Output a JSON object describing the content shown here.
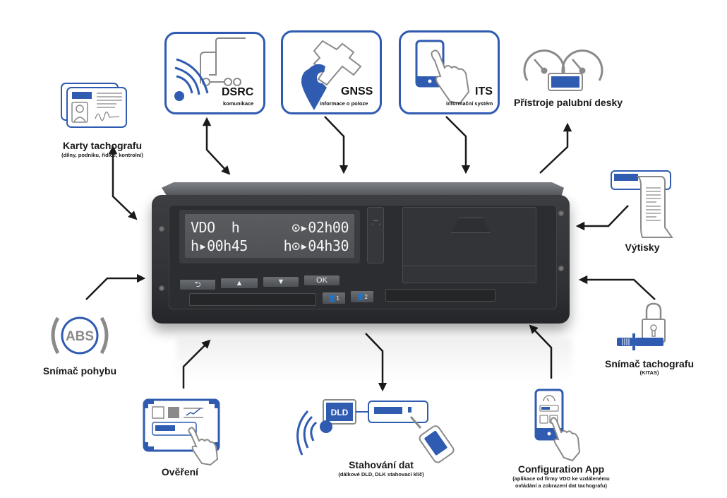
{
  "diagram": {
    "type": "tachograph-connectivity-overview",
    "colors": {
      "accent_blue": "#2f5bb1",
      "icon_gray": "#8a8a8a",
      "arrow": "#1a1a1a",
      "device_body": "#2f3134",
      "lcd_bg": "#55575b"
    },
    "nodes": {
      "cards": {
        "title": "Karty tachografu",
        "subtitle": "(dílny, podniku, řidiče, kontrolní)",
        "icon": "id-card-icon"
      },
      "dsrc": {
        "title": "DSRC",
        "subtitle": "komunikace",
        "icon": "truck-signal-icon"
      },
      "gnss": {
        "title": "GNSS",
        "subtitle": "informace o poloze",
        "icon": "satellite-pin-icon"
      },
      "its": {
        "title": "ITS",
        "subtitle": "informační systém",
        "icon": "tablet-touch-icon"
      },
      "dashboard": {
        "title": "Přístroje palubní desky",
        "icon": "gauges-icon"
      },
      "printouts": {
        "title": "Výtisky",
        "icon": "printout-icon"
      },
      "kitas": {
        "title": "Snímač tachografu",
        "subtitle": "(KITAS)",
        "icon": "sensor-lock-icon"
      },
      "config_app": {
        "title": "Configuration App",
        "subtitle_line1": "(aplikace od firmy VDO ke vzdálenému",
        "subtitle_line2": "ovládání a zobrazení dat tachografu)",
        "icon": "phone-touch-icon"
      },
      "download": {
        "title": "Stahování dat",
        "subtitle": "(dálkové DLD, DLK stahovací klíč)",
        "icon_label": "DLD",
        "icon": "download-key-icon"
      },
      "verification": {
        "title": "Ověření",
        "icon": "tablet-chart-icon"
      },
      "motion_sensor": {
        "title": "Snímač pohybu",
        "icon_label": "ABS",
        "icon": "abs-icon"
      }
    },
    "device": {
      "lcd": {
        "row1_left": "VDO  h",
        "row1_right": "⊙▸02h00",
        "row2_left": "h▸00h45",
        "row2_right": "h⊙▸04h30"
      },
      "buttons": {
        "back": "⮌",
        "up": "▲",
        "down": "▼",
        "ok": "OK",
        "driver1": "1",
        "driver2": "2"
      }
    },
    "edges": [
      {
        "from": "cards",
        "to": "device",
        "direction": "bidirectional"
      },
      {
        "from": "dsrc",
        "to": "device",
        "direction": "bidirectional"
      },
      {
        "from": "gnss",
        "to": "device",
        "direction": "to-device"
      },
      {
        "from": "its",
        "to": "device",
        "direction": "to-device"
      },
      {
        "from": "device",
        "to": "dashboard",
        "direction": "from-device"
      },
      {
        "from": "printouts",
        "to": "device",
        "direction": "to-device"
      },
      {
        "from": "kitas",
        "to": "device",
        "direction": "to-device"
      },
      {
        "from": "config_app",
        "to": "device",
        "direction": "to-device"
      },
      {
        "from": "device",
        "to": "download",
        "direction": "from-device"
      },
      {
        "from": "verification",
        "to": "device",
        "direction": "to-device"
      },
      {
        "from": "motion_sensor",
        "to": "device",
        "direction": "to-device"
      }
    ]
  }
}
